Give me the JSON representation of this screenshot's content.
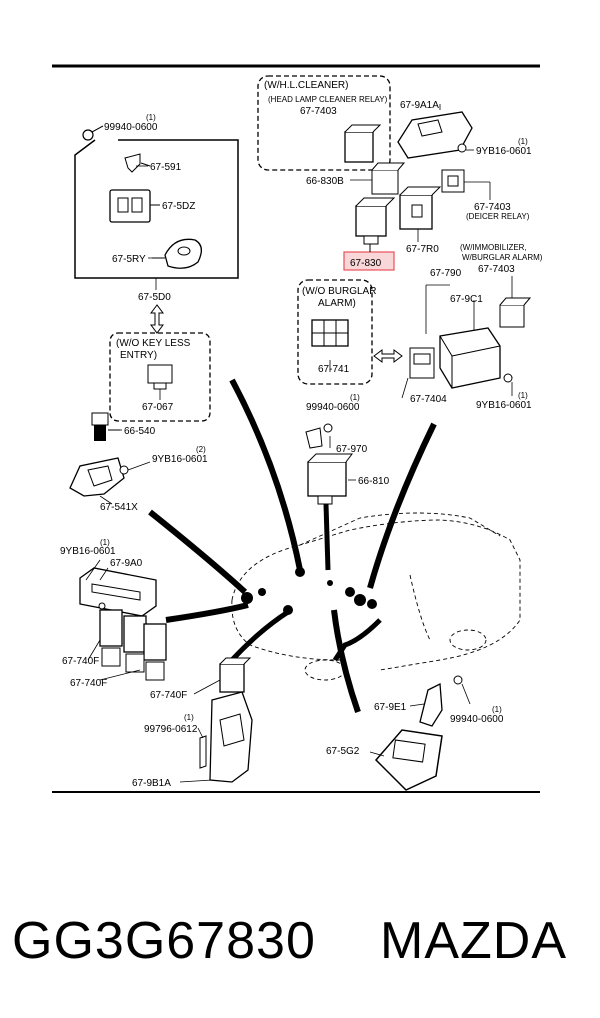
{
  "diagram": {
    "groups": {
      "whl_cleaner": "(W/H.L.CLEANER)",
      "head_lamp_relay": "(HEAD LAMP CLEANER RELAY)",
      "key_less_1": "(W/O KEY LESS",
      "key_less_2": "ENTRY)",
      "burglar_1": "(W/O BURGLAR",
      "burglar_2": "ALARM)",
      "immobilizer_1": "(W/IMMOBILIZER,",
      "immobilizer_2": "W/BURGLAR ALARM)",
      "deicer_relay": "(DEICER RELAY)"
    },
    "parts": {
      "p99940_0600_a": "99940-0600",
      "p99940_0600_a_qty": "(1)",
      "p67_591": "67-591",
      "p67_5dz": "67-5DZ",
      "p67_5ry": "67-5RY",
      "p67_5d0": "67-5D0",
      "p67_067": "67-067",
      "p66_540": "66-540",
      "p9yb16_0601_a": "9YB16-0601",
      "p9yb16_0601_a_qty": "(2)",
      "p67_541x": "67-541X",
      "p67_7403_a": "67-7403",
      "p67_9a1a": "67-9A1A",
      "p9yb16_0601_b": "9YB16-0601",
      "p9yb16_0601_b_qty": "(1)",
      "p66_830b": "66-830B",
      "p67_7403_b": "67-7403",
      "p67_7r0": "67-7R0",
      "p67_830": "67-830",
      "p67_7403_c": "67-7403",
      "p67_790": "67-790",
      "p67_9c1": "67-9C1",
      "p67_741": "67-741",
      "p67_7404": "67-7404",
      "p9yb16_0601_c": "9YB16-0601",
      "p9yb16_0601_c_qty": "(1)",
      "p99940_0600_b": "99940-0600",
      "p99940_0600_b_qty": "(1)",
      "p67_970": "67-970",
      "p66_810": "66-810",
      "p9yb16_0601_d": "9YB16-0601",
      "p9yb16_0601_d_qty": "(1)",
      "p67_9a0": "67-9A0",
      "p67_740f_a": "67-740F",
      "p67_740f_b": "67-740F",
      "p67_740f_c": "67-740F",
      "p99796_0612": "99796-0612",
      "p99796_0612_qty": "(1)",
      "p67_9b1a": "67-9B1A",
      "p67_9e1": "67-9E1",
      "p99940_0600_c": "99940-0600",
      "p99940_0600_c_qty": "(1)",
      "p67_5g2": "67-5G2"
    },
    "highlight_color": "#e8505b"
  },
  "caption": {
    "part_number": "GG3G67830",
    "brand": "MAZDA"
  }
}
